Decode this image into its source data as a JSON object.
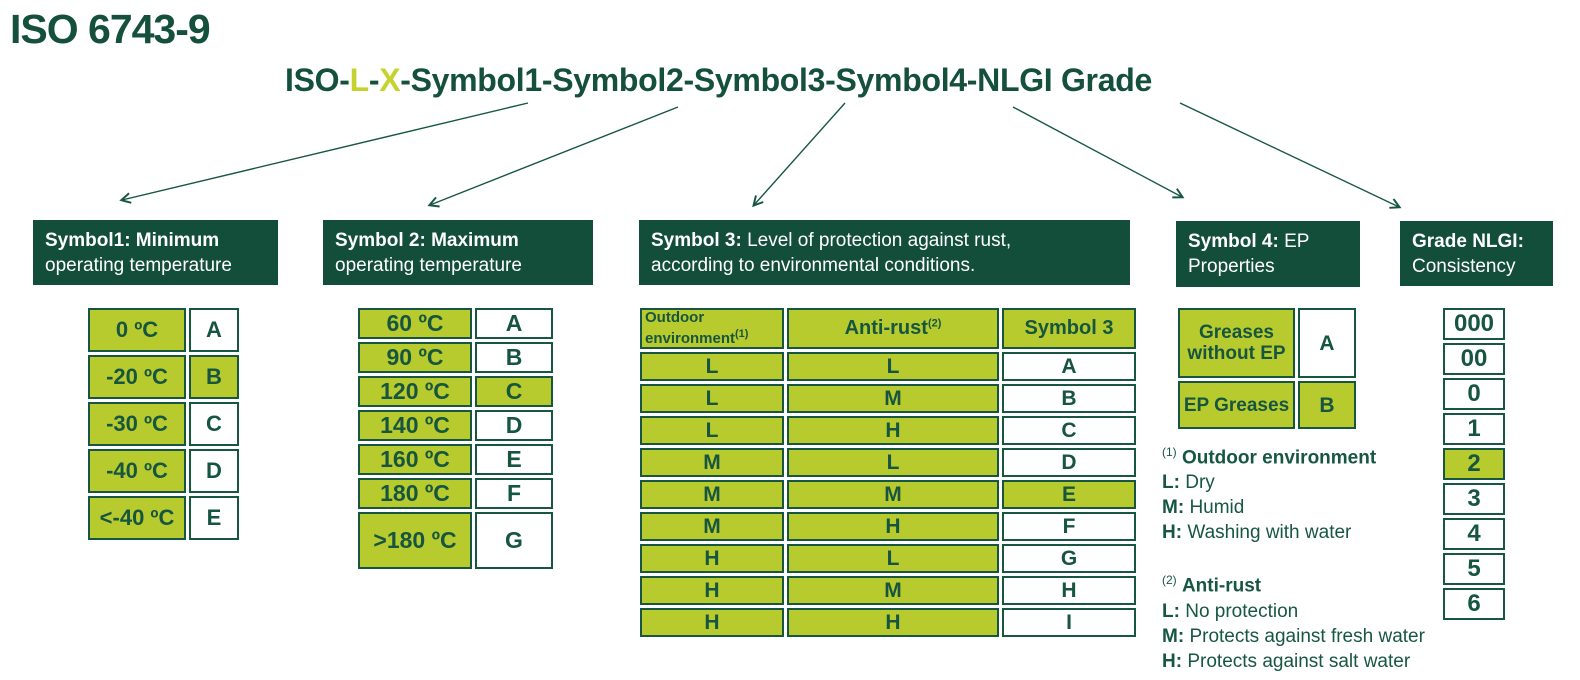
{
  "title": "ISO 6743-9",
  "formula": {
    "prefix": "ISO-",
    "l": "L",
    "dash": "-",
    "x": "X",
    "rest": "-Symbol1-Symbol2-Symbol3-Symbol4-NLGI Grade"
  },
  "colors": {
    "header_bg": "#134e3a",
    "dark_green_text": "#175741",
    "lime": "#b8cb2e",
    "formula_highlight": "#c6d32f"
  },
  "sections": {
    "symbol1": {
      "header": {
        "bold": "Symbol1: Minimum",
        "reg": "",
        "line2": "operating temperature"
      },
      "rows": [
        {
          "temp": "0 ºC",
          "sym": "A"
        },
        {
          "temp": "-20 ºC",
          "sym": "B"
        },
        {
          "temp": "-30 ºC",
          "sym": "C"
        },
        {
          "temp": "-40 ºC",
          "sym": "D"
        },
        {
          "temp": "<-40 ºC",
          "sym": "E"
        }
      ]
    },
    "symbol2": {
      "header": {
        "bold": "Symbol 2: Maximum",
        "reg": "",
        "line2": "operating temperature"
      },
      "rows": [
        {
          "temp": "60 ºC",
          "sym": "A"
        },
        {
          "temp": "90 ºC",
          "sym": "B"
        },
        {
          "temp": "120 ºC",
          "sym": "C"
        },
        {
          "temp": "140 ºC",
          "sym": "D"
        },
        {
          "temp": "160 ºC",
          "sym": "E"
        },
        {
          "temp": "180 ºC",
          "sym": "F"
        },
        {
          "temp": ">180 ºC",
          "sym": "G"
        }
      ]
    },
    "symbol3": {
      "header": {
        "bold": "Symbol 3:",
        "reg": " Level of protection against rust,",
        "line2": "according to environmental conditions."
      },
      "col_headers": {
        "outdoor": "Outdoor environment",
        "outdoor_sup": "(1)",
        "antirust": "Anti-rust",
        "antirust_sup": "(2)",
        "symbol": "Symbol 3"
      },
      "rows": [
        {
          "outdoor": "L",
          "antirust": "L",
          "sym": "A"
        },
        {
          "outdoor": "L",
          "antirust": "M",
          "sym": "B"
        },
        {
          "outdoor": "L",
          "antirust": "H",
          "sym": "C"
        },
        {
          "outdoor": "M",
          "antirust": "L",
          "sym": "D"
        },
        {
          "outdoor": "M",
          "antirust": "M",
          "sym": "E"
        },
        {
          "outdoor": "M",
          "antirust": "H",
          "sym": "F"
        },
        {
          "outdoor": "H",
          "antirust": "L",
          "sym": "G"
        },
        {
          "outdoor": "H",
          "antirust": "M",
          "sym": "H"
        },
        {
          "outdoor": "H",
          "antirust": "H",
          "sym": "I"
        }
      ]
    },
    "symbol4": {
      "header": {
        "bold": "Symbol 4:",
        "reg": " EP",
        "line2": "Properties"
      },
      "rows": [
        {
          "label": "Greases without EP",
          "sym": "A"
        },
        {
          "label": "EP Greases",
          "sym": "B"
        }
      ]
    },
    "nlgi": {
      "header": {
        "bold": "Grade NLGI:",
        "reg": "",
        "line2": "Consistency"
      },
      "grades": [
        "000",
        "00",
        "0",
        "1",
        "2",
        "3",
        "4",
        "5",
        "6"
      ]
    }
  },
  "footnotes": [
    {
      "sup": "(1)",
      "title": "Outdoor environment",
      "items": [
        {
          "label": "L:",
          "text": "Dry"
        },
        {
          "label": "M:",
          "text": "Humid"
        },
        {
          "label": "H:",
          "text": "Washing with water"
        }
      ]
    },
    {
      "sup": "(2)",
      "title": "Anti-rust",
      "items": [
        {
          "label": "L:",
          "text": "No protection"
        },
        {
          "label": "M:",
          "text": "Protects against fresh water"
        },
        {
          "label": "H:",
          "text": "Protects against salt water"
        }
      ]
    }
  ]
}
